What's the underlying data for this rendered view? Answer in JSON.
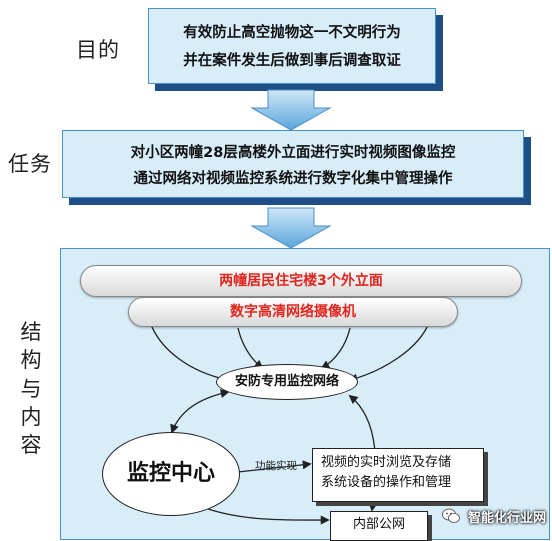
{
  "labels": {
    "goal": "目的",
    "task": "任务",
    "structure": [
      "结",
      "构",
      "与",
      "内",
      "容"
    ]
  },
  "goal_box": {
    "line1": "有效防止高空抛物这一不文明行为",
    "line2": "并在案件发生后做到事后调查取证"
  },
  "task_box": {
    "line1": "对小区两幢28层高楼外立面进行实时视频图像监控",
    "line2": "通过网络对视频监控系统进行数字化集中管理操作"
  },
  "structure": {
    "facade": "两幢居民住宅楼3个外立面",
    "cameras": "数字高清网络摄像机",
    "network": "安防专用监控网络",
    "center": "监控中心",
    "function_label": "功能实现",
    "functions_line1": "视频的实时浏览及存储",
    "functions_line2": "系统设备的操作和管理",
    "intranet": "内部公网"
  },
  "watermark": {
    "icon": "wechat-icon",
    "text": "智能化行业网"
  },
  "colors": {
    "box_fill": "#d7edf9",
    "box_shadow": "#1f4f86",
    "arrow": "#5aa5dc",
    "highlight_text": "#e0261e"
  }
}
